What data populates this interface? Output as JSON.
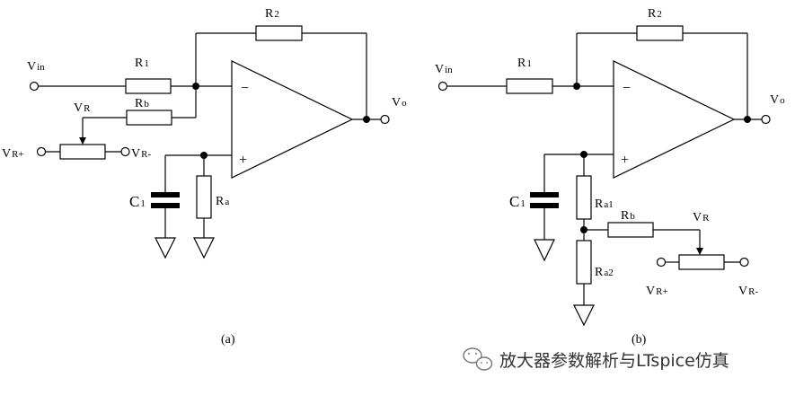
{
  "figure_a": {
    "caption": "(a)",
    "vin": "V",
    "vin_sub": "in",
    "r1": "R",
    "r1_sub": "1",
    "r2": "R",
    "r2_sub": "2",
    "rb": "R",
    "rb_sub": "b",
    "vr": "V",
    "vr_sub": "R",
    "vr_plus": "V",
    "vr_plus_sub": "R+",
    "vr_minus": "V",
    "vr_minus_sub": "R-",
    "c1": "C",
    "c1_sub": "1",
    "ra": "R",
    "ra_sub": "a",
    "vo": "V",
    "vo_sub": "o",
    "minus": "−",
    "plus": "+"
  },
  "figure_b": {
    "caption": "(b)",
    "vin": "V",
    "vin_sub": "in",
    "r1": "R",
    "r1_sub": "1",
    "r2": "R",
    "r2_sub": "2",
    "rb": "R",
    "rb_sub": "b",
    "vr": "V",
    "vr_sub": "R",
    "vr_plus": "V",
    "vr_plus_sub": "R+",
    "vr_minus": "V",
    "vr_minus_sub": "R-",
    "c1": "C",
    "c1_sub": "1",
    "ra1": "R",
    "ra1_sub": "a1",
    "ra2": "R",
    "ra2_sub": "a2",
    "vo": "V",
    "vo_sub": "o",
    "minus": "−",
    "plus": "+"
  },
  "watermark": {
    "icon": "wechat-icon",
    "text": "放大器参数解析与LTspice仿真"
  }
}
